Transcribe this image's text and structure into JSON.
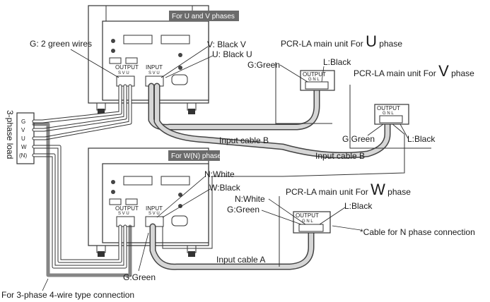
{
  "tags": {
    "uv": "For U and V phases",
    "w": "For W(N) phase"
  },
  "labels": {
    "g_two_green": "G: 2 green wires",
    "v_black_v": "V: Black V",
    "u_black_u": "U: Black U",
    "n_white_top": "N:White",
    "w_black": "W:Black",
    "g_green_bottom": "G:Green",
    "three_phase_load": "3-phase load",
    "input_cable_b_1": "Input cable B",
    "input_cable_b_2": "Input cable B",
    "input_cable_a": "Input cable A",
    "cable_n_phase": "*Cable for N phase connection",
    "four_wire": "For 3-phase 4-wire type connection"
  },
  "unit_panel": {
    "output": "OUTPUT",
    "input": "INPUT",
    "svu": "S V U"
  },
  "load_terminals": [
    "G",
    "V",
    "U",
    "W",
    "(N)"
  ],
  "pcr_u": {
    "title": "PCR-LA main unit  For",
    "phase": "U",
    "suffix": "phase",
    "output": "OUTPUT",
    "gnl": "G N L",
    "g_label": "G:Green",
    "l_label": "L:Black"
  },
  "pcr_v": {
    "title": "PCR-LA main unit  For",
    "phase": "V",
    "suffix": "phase",
    "output": "OUTPUT",
    "gnl": "G N L",
    "g_label": "G:Green",
    "l_label": "L:Black"
  },
  "pcr_w": {
    "title": "PCR-LA main unit  For",
    "phase": "W",
    "suffix": "phase",
    "output": "OUTPUT",
    "gnl": "G N L",
    "n_label": "N:White",
    "g_label": "G:Green",
    "l_label": "L:Black"
  },
  "colors": {
    "tag_bg": "#6b6b6b",
    "line": "#333333",
    "cable_fill": "#d6d6d6"
  }
}
